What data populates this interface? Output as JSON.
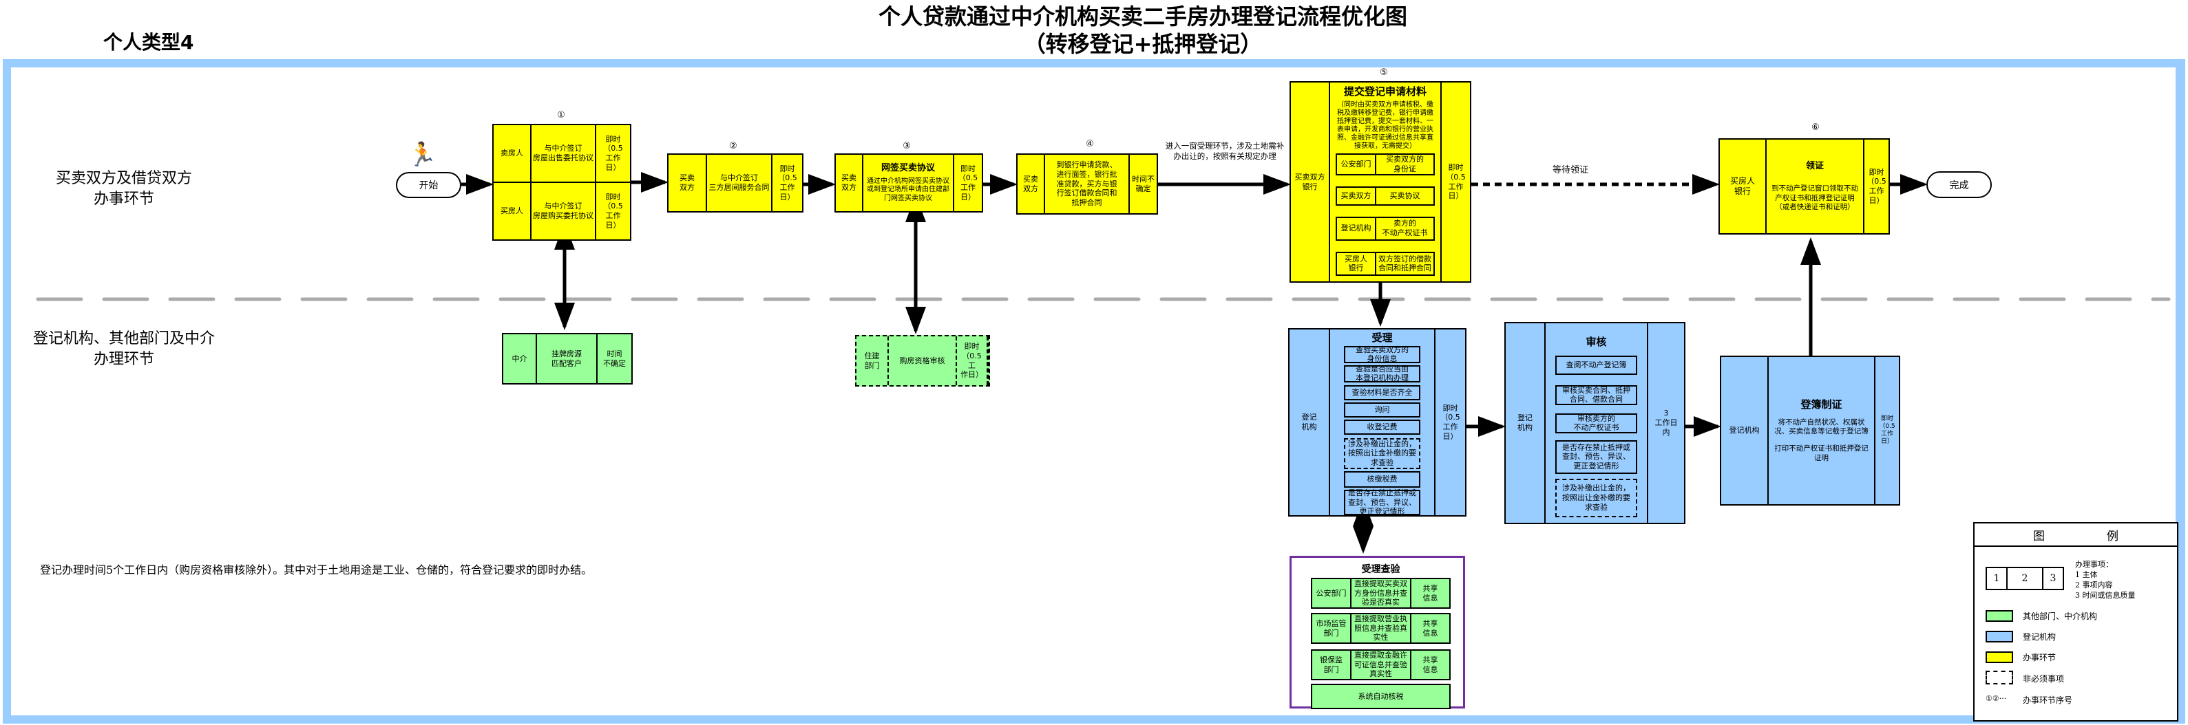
{
  "header": {
    "type_label": "个人类型4",
    "title_line1": "个人贷款通过中介机构买卖二手房办理登记流程优化图",
    "title_line2": "（转移登记+抵押登记）"
  },
  "lanes": [
    {
      "label": "买卖双方及借贷双方\n办事环节"
    },
    {
      "label": "登记机构、其他部门及中介\n办理环节"
    }
  ],
  "start_label": "开始",
  "end_label": "完成",
  "steps": {
    "s1": {
      "num": "①",
      "rows": [
        {
          "subject": "卖房人",
          "content": "与中介签订\n房屋出售委托协议",
          "time": "即时\n（0.5\n工作\n日）"
        },
        {
          "subject": "买房人",
          "content": "与中介签订\n房屋购买委托协议",
          "time": "即时\n（0.5\n工作\n日）"
        }
      ]
    },
    "s2": {
      "num": "②",
      "subject": "买卖\n双方",
      "content": "与中介签订\n三方居间服务合同",
      "time": "即时\n（0.5\n工作\n日）"
    },
    "s3": {
      "num": "③",
      "subject": "买卖\n双方",
      "title": "网签买卖协议",
      "content": "通过中介机构网签买卖协议\n或到登记场所申请由住建部\n门网签买卖协议",
      "time": "即时\n（0.5\n工作\n日）"
    },
    "s4": {
      "num": "④",
      "subject": "买卖\n双方",
      "content": "到银行申请贷款、\n进行面签，银行批\n准贷款，买方与银\n行签订借款合同和\n抵押合同",
      "time": "时间不\n确定"
    },
    "s4_note": "进入一窗受理环节，涉及土地需补\n办出让的，按照有关规定办理",
    "s5": {
      "num": "⑤",
      "subject": "买卖双方\n银行",
      "title": "提交登记申请材料",
      "note": "（同时由买卖双方申请核税、缴税及缴转移登记费，银行申请缴抵押登记费，提交一套材料、一表申请，开发商和银行的营业执照、金融许可证通过信息共享直接获取，无需提交）",
      "items": [
        {
          "dept": "公安部门",
          "doc": "买卖双方的\n身份证"
        },
        {
          "dept": "买卖双方",
          "doc": "买卖协议"
        },
        {
          "dept": "登记机构",
          "doc": "卖方的\n不动产权证书"
        },
        {
          "dept": "买房人\n银行",
          "doc": "双方签订的借款\n合同和抵押合同"
        }
      ],
      "time": "即时\n（0.5\n工作\n日）"
    },
    "wait_label": "等待领证",
    "s6": {
      "num": "⑥",
      "subject": "买房人\n银行",
      "title": "领证",
      "content": "到不动产登记窗口领取不动\n产权证书和抵押登记证明\n（或者快递证书和证明）",
      "time": "即时\n（0.5\n工作\n日）"
    }
  },
  "agency": {
    "g1": {
      "subject": "中介",
      "content": "挂牌房源\n匹配客户",
      "time": "时间\n不确定"
    },
    "g2": {
      "subject": "住建\n部门",
      "content": "购房资格审核",
      "time": "即时\n（0.5工\n作日）"
    },
    "accept": {
      "subject": "登记\n机构",
      "title": "受理",
      "items": [
        "查验买卖双方的\n身份信息",
        "查验是否应当由\n本登记机构办理",
        "查验材料是否齐全",
        "询问",
        "收登记费",
        "涉及补缴出让金的，\n按照出让金补缴的要\n求查验",
        "核缴税费",
        "是否存在禁止抵押或\n查封、预告、异议、\n更正登记情形"
      ],
      "time": "即时\n（0.5\n工作\n日）"
    },
    "review": {
      "subject": "登记\n机构",
      "title": "审核",
      "items": [
        "查阅不动产登记簿",
        "审核买卖合同、抵押\n合同、借款合同",
        "审核卖方的\n不动产权证书",
        "是否存在禁止抵押或\n查封、预告、异议、\n更正登记情形",
        "涉及补缴出让金的，\n按照出让金补缴的要\n求查验"
      ],
      "time": "3\n工作日\n内"
    },
    "record": {
      "subject": "登记机构",
      "title": "登簿制证",
      "content1": "将不动产自然状况、权属状\n况、买卖信息等记载于登记簿",
      "content2": "打印不动产权证书和抵押登记\n证明",
      "time": "即时\n（0.5\n工作\n日）"
    },
    "check": {
      "title": "受理查验",
      "rows": [
        {
          "dept": "公安部门",
          "content": "直接提取买卖双\n方身份信息并查\n验是否真实",
          "info": "共享\n信息"
        },
        {
          "dept": "市场监管\n部门",
          "content": "直接提取营业执\n照信息并查验真\n实性",
          "info": "共享\n信息"
        },
        {
          "dept": "银保监\n部门",
          "content": "直接提取金融许\n可证信息并查验\n真实性",
          "info": "共享\n信息"
        }
      ],
      "auto": "系统自动核税"
    }
  },
  "footer_note": "登记办理时间5个工作日内（购房资格审核除外）。其中对于土地用途是工业、仓储的，符合登记要求的即时办结。",
  "legend": {
    "title_a": "图",
    "title_b": "例",
    "sample": [
      "1",
      "2",
      "3"
    ],
    "items_title": "办理事项：",
    "items": [
      "1 主体",
      "2 事项内容",
      "3 时间或信息质量"
    ],
    "green": "其他部门、中介机构",
    "blue": "登记机构",
    "yellow": "办事环节",
    "dashed": "非必须事项",
    "seq_symbol": "①②···",
    "seq": "办事环节序号"
  },
  "colors": {
    "yellow": "#ffff00",
    "blue": "#99ccff",
    "green": "#99ff99",
    "frame": "#99ccff",
    "check_border": "#7030a0"
  }
}
